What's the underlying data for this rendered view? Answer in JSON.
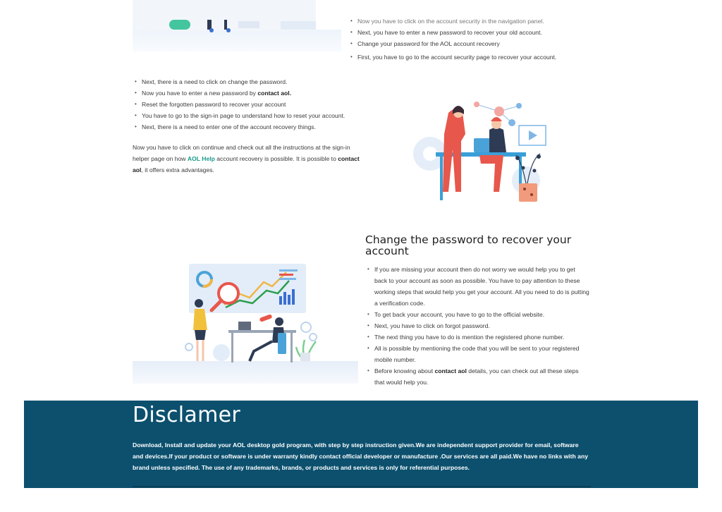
{
  "section1": {
    "right_list": [
      "Now you have to click on the account security in the navigation panel.",
      "Next, you have to enter a new password to recover your old account.",
      "Change your password for the AOL account recovery",
      "First, you have to go to the account security page to recover your account."
    ]
  },
  "section2": {
    "list": [
      {
        "text": "Next, there is a need to click on change the password.",
        "bold": ""
      },
      {
        "text": "Now you have to enter a new password by ",
        "bold": "contact aol."
      },
      {
        "text": "Reset the forgotten password to recover your account",
        "bold": ""
      },
      {
        "text": "You have to go to the sign-in page to understand how to reset your account.",
        "bold": ""
      },
      {
        "text": "Next, there is a need to enter one of the account recovery things.",
        "bold": ""
      }
    ],
    "para_part1": "Now you have to click on continue and check out all the instructions at the sign-in helper page on how ",
    "para_link": "AOL Help",
    "para_part2": " account recovery is possible. It is possible to ",
    "para_bold": "contact aol",
    "para_part3": ", it offers extra advantages."
  },
  "section3": {
    "heading": "Change the password to recover your account",
    "list": [
      "If you are missing your account then do not worry we would help you to get back to your account as soon as possible. You have to pay attention to these working steps that would help you get your account. All you need to do is putting a verification code.",
      "To get back your account, you have to go to the official website.",
      "Next, you have to click on forgot password.",
      "The next thing you have to do is mention the registered phone number.",
      "All is possible by mentioning the code that you will be sent to your registered mobile number."
    ],
    "last_item_part1": "Before knowing about ",
    "last_item_bold": "contact aol",
    "last_item_part2": " details, you can check out all these steps that would help you."
  },
  "footer": {
    "title": "Disclamer",
    "text": "Download, Install and update your AOL desktop gold program, with step by step instruction given.We are independent support provider for email, software and devices.If your product or software is under warranty kindly contact official developer or manufacture .Our services are all paid.We have no links with any brand unless specified. The use of any trademarks, brands, or products and services is only for referential purposes."
  },
  "colors": {
    "footer_bg": "#0c506e",
    "link": "#1a9a8a",
    "illustration_accent": "#e8574b",
    "illustration_blue": "#4aa3d8"
  }
}
